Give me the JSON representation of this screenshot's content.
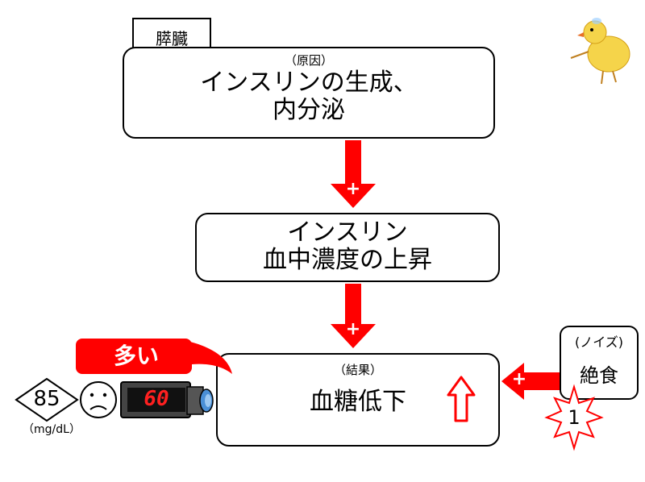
{
  "organ_tag": "膵臓",
  "cause_box": {
    "note": "（原因）",
    "line1": "インスリンの生成、",
    "line2": "内分泌"
  },
  "middle_box": {
    "line1": "インスリン",
    "line2": "血中濃度の上昇"
  },
  "result_box": {
    "note": "（結果）",
    "main": "血糖低下"
  },
  "arrows": {
    "plus_1": "+",
    "plus_2": "+",
    "plus_3": "+"
  },
  "noise_box": {
    "note": "(ノイズ)",
    "main": "絶食"
  },
  "noise_count": "1",
  "many_label": "多い",
  "glucose": {
    "value": "85",
    "unit": "（mg/dL）"
  },
  "meter_display": "60",
  "colors": {
    "accent_red": "#ff0000",
    "meter_body": "#444444",
    "meter_lens": "#4a8fd6"
  },
  "icons": [
    "chick-icon",
    "sad-face-icon",
    "up-arrow-icon",
    "starburst-icon",
    "glucose-meter-icon",
    "diamond-icon"
  ]
}
